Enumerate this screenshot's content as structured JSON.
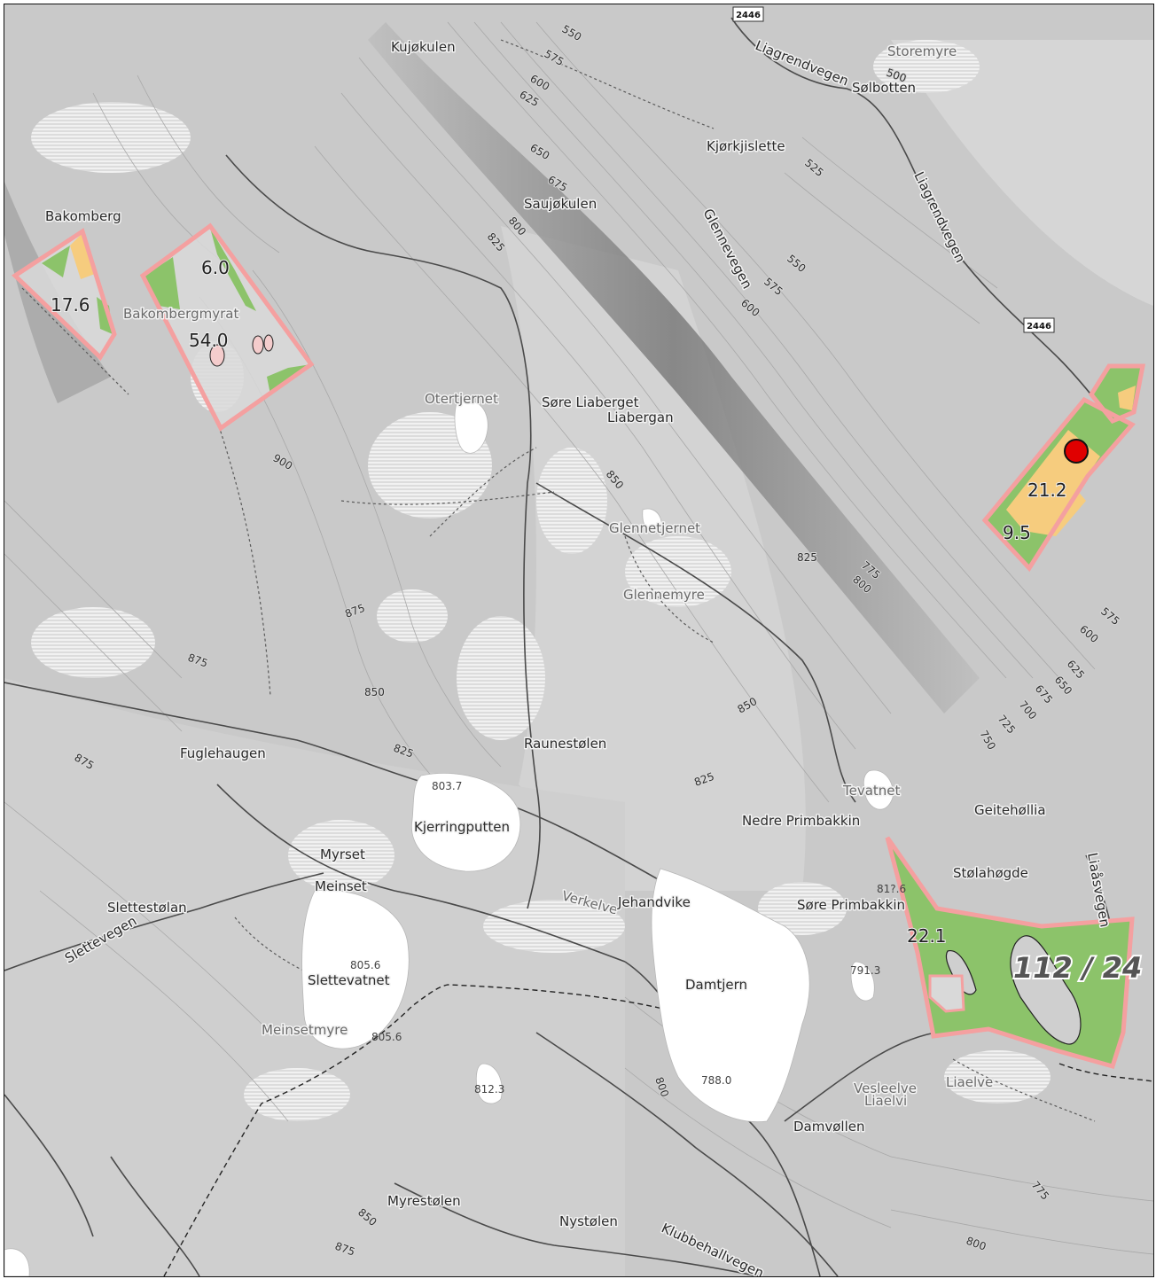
{
  "map": {
    "route_shield": "2446",
    "colors": {
      "terrain": "#c9c9c9",
      "water": "#ffffff",
      "parcel_outline": "#f4a0a0",
      "forest_fill": "#8cc36a",
      "open_fill": "#f6cc7e",
      "marker": "#e00000"
    },
    "places": [
      {
        "name": "Kujøkulen"
      },
      {
        "name": "Storemyre"
      },
      {
        "name": "Liagrendvegen"
      },
      {
        "name": "Sølbotten"
      },
      {
        "name": "Kjørkjislette"
      },
      {
        "name": "Saujøkulen"
      },
      {
        "name": "Glennevegen"
      },
      {
        "name": "Liagrendvegen"
      },
      {
        "name": "Bakomberg"
      },
      {
        "name": "Bakombergmyrat"
      },
      {
        "name": "Otertjernet"
      },
      {
        "name": "Søre Liaberget"
      },
      {
        "name": "Liabergan"
      },
      {
        "name": "Glennetjernet"
      },
      {
        "name": "Glennemyre"
      },
      {
        "name": "Raunestølen"
      },
      {
        "name": "Fuglehaugen"
      },
      {
        "name": "Tevatnet"
      },
      {
        "name": "Geitehøllia"
      },
      {
        "name": "Nedre Primbakkin"
      },
      {
        "name": "Kjerringputten"
      },
      {
        "name": "Stølahøgde"
      },
      {
        "name": "Myrset"
      },
      {
        "name": "Meinset"
      },
      {
        "name": "Verkelve"
      },
      {
        "name": "Jehandvike"
      },
      {
        "name": "Søre Primbakkin"
      },
      {
        "name": "Liaåsvegen"
      },
      {
        "name": "Slettestølan"
      },
      {
        "name": "Slettevegen"
      },
      {
        "name": "Slettevatnet"
      },
      {
        "name": "Damtjern"
      },
      {
        "name": "Meinsetmyre"
      },
      {
        "name": "Vesleelve"
      },
      {
        "name": "Liaelvi"
      },
      {
        "name": "Liaelve"
      },
      {
        "name": "Damvøllen"
      },
      {
        "name": "Myrestølen"
      },
      {
        "name": "Nystølen"
      },
      {
        "name": "Klubbehallvegen"
      }
    ],
    "contour_labels": [
      "550",
      "575",
      "500",
      "600",
      "625",
      "525",
      "650",
      "675",
      "800",
      "825",
      "550",
      "575",
      "600",
      "900",
      "850",
      "825",
      "775",
      "800",
      "575",
      "600",
      "625",
      "650",
      "675",
      "700",
      "725",
      "750",
      "875",
      "875",
      "850",
      "850",
      "825",
      "825",
      "875",
      "800",
      "775",
      "800",
      "850",
      "875"
    ],
    "spot_heights": [
      "803.7",
      "805.6",
      "805.6",
      "791.3",
      "812.3",
      "788.0",
      "81?.6"
    ],
    "parcels": [
      {
        "id": "A",
        "areas": [
          "17.6"
        ]
      },
      {
        "id": "B",
        "areas": [
          "6.0",
          "54.0"
        ]
      },
      {
        "id": "C",
        "areas": [
          "21.2",
          "9.5"
        ]
      },
      {
        "id": "D",
        "areas": [
          "22.1"
        ]
      }
    ],
    "property_label": "112 / 24"
  }
}
